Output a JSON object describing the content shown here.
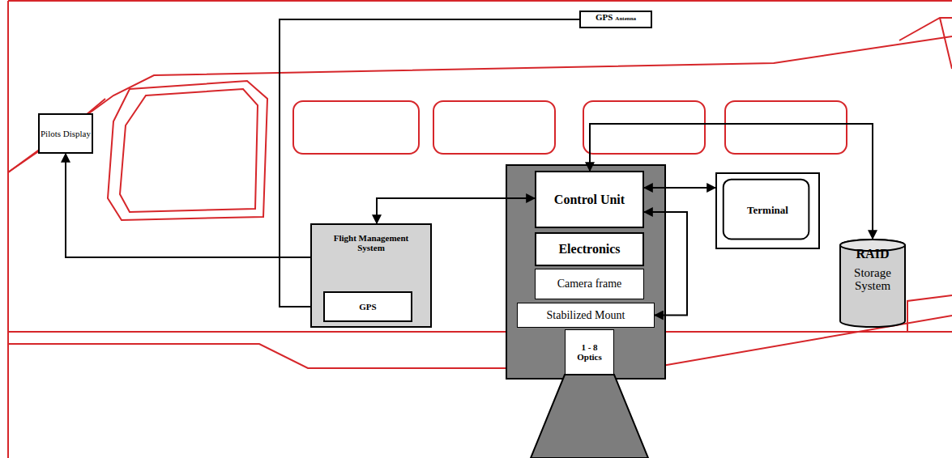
{
  "diagram": {
    "nodes": [
      {
        "text": [
          "GPS",
          "Antenna"
        ]
      },
      {
        "text": [
          "Pilots Display"
        ]
      },
      {
        "text": [
          "Flight Management System"
        ]
      },
      {
        "text": [
          "GPS"
        ],
        "in": 2
      },
      {
        "text": [
          "Control Unit"
        ]
      },
      {
        "text": [
          "Electronics"
        ]
      },
      {
        "text": [
          "Camera frame"
        ]
      },
      {
        "text": [
          "Stabilized Mount"
        ]
      },
      {
        "text": [
          "1 - 8",
          "Optics"
        ]
      },
      {
        "text": [
          "Terminal"
        ]
      },
      {
        "text": [
          "RAID",
          "Storage System"
        ]
      }
    ],
    "edges": [
      {
        "from": 0,
        "to": 3,
        "arrow": "to"
      },
      {
        "from": 2,
        "to": 1,
        "arrow": "to"
      },
      {
        "from": 4,
        "to": 2,
        "arrow": "both"
      },
      {
        "from": 4,
        "to": 9,
        "arrow": "both"
      },
      {
        "from": 4,
        "to": 10,
        "arrow": "both"
      },
      {
        "from": 4,
        "to": 7,
        "arrow": "both"
      }
    ]
  }
}
